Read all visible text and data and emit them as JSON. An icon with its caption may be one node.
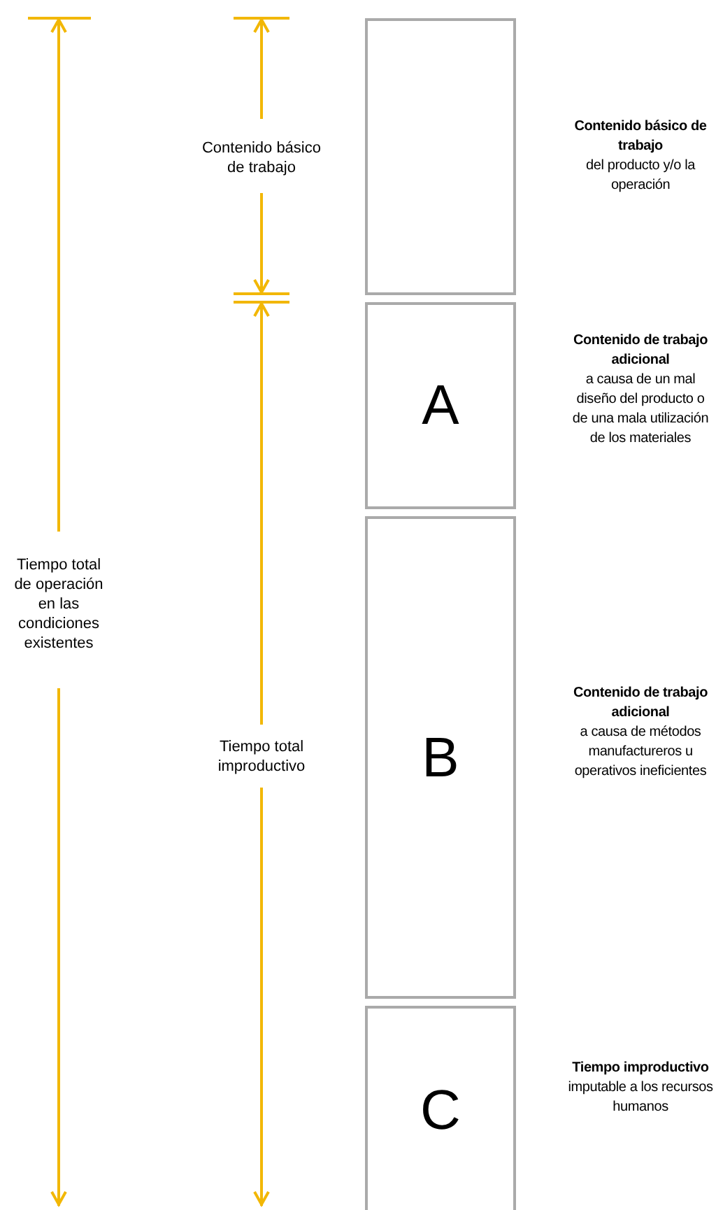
{
  "diagram": {
    "nodes": [
      {
        "text": [],
        "shape": "box",
        "beside": [
          "Contenido básico de trabajo",
          "del producto y/o la operación"
        ]
      },
      {
        "text": [
          "A"
        ],
        "beside": [
          "Contenido de trabajo adicional",
          "a causa de un mal diseño del producto o de una mala utilización de los materiales"
        ]
      },
      {
        "text": [
          "B"
        ],
        "beside": [
          "Contenido de trabajo adicional",
          "a causa de métodos manufactureros u operativos ineficientes"
        ]
      },
      {
        "text": [
          "C"
        ],
        "beside": [
          "Tiempo improductivo",
          "imputable a los recursos humanos"
        ]
      }
    ],
    "labels": [
      "Tiempo total de operación en las condiciones existentes",
      "Contenido básico de trabajo",
      "Tiempo total improductivo"
    ]
  }
}
